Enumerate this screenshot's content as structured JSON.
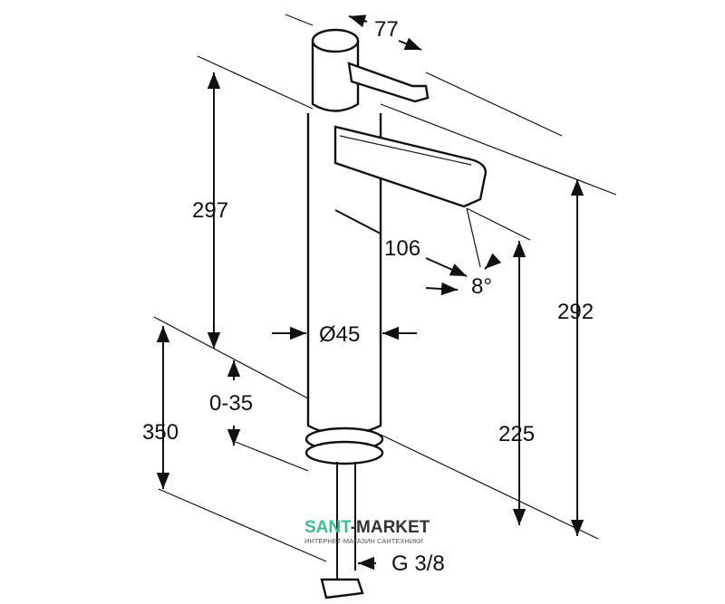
{
  "drawing": {
    "dimensions": {
      "handle_length": "77",
      "body_height": "297",
      "spout_reach": "106",
      "spout_angle": "8°",
      "total_height": "292",
      "body_diameter": "Ø45",
      "deck_thickness": "0-35",
      "hose_length": "350",
      "spout_height": "225",
      "connection": "G 3/8"
    }
  },
  "watermark": {
    "brand_part1": "SANT",
    "brand_part2": "-MARKET",
    "tagline": "ИНТЕРНЕТ-МАГАЗИН САНТЕХНИКИ",
    "color_green": "#3dbf8a",
    "color_dark": "#333333"
  }
}
